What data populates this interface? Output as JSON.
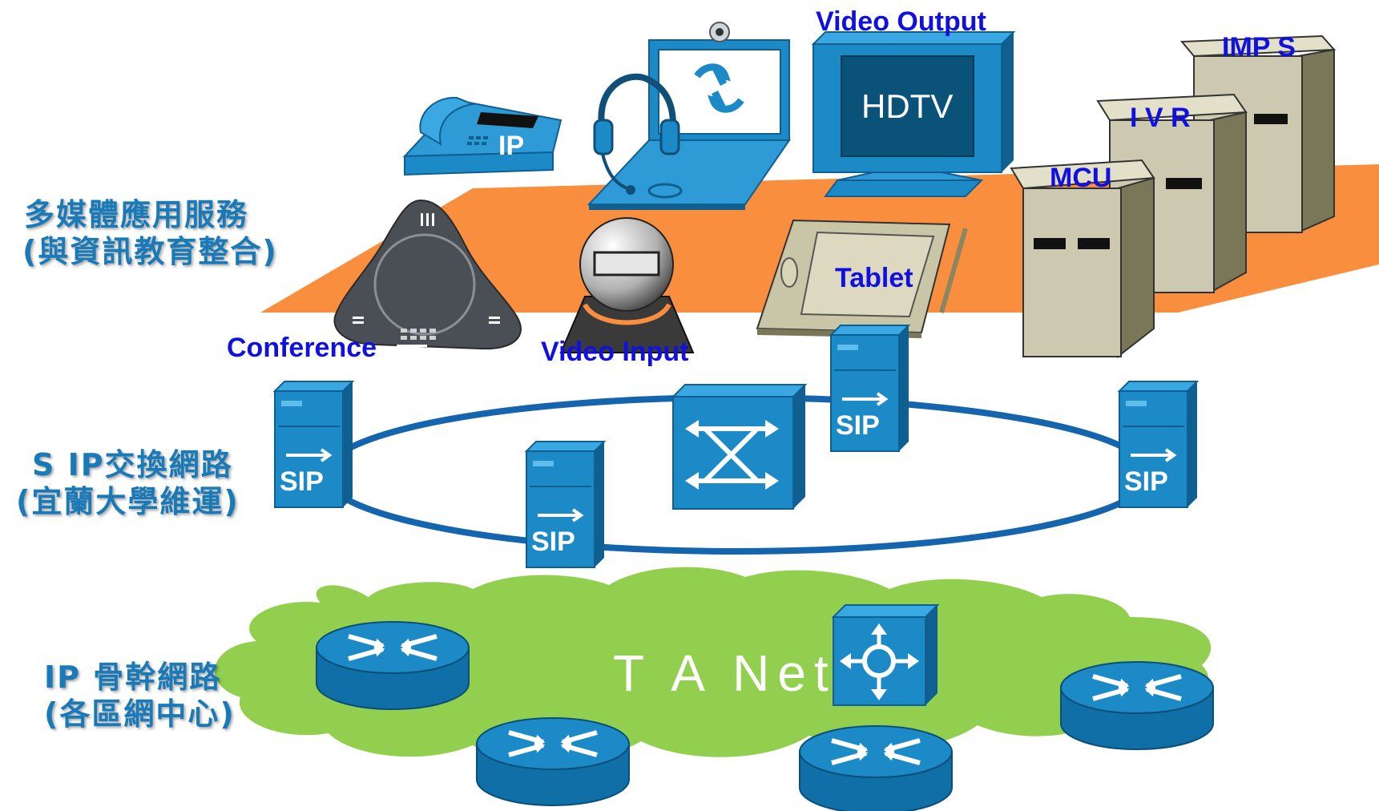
{
  "layers": [
    {
      "line1": "多媒體應用服務",
      "line2": "(與資訊教育整合)"
    },
    {
      "line1": "S IP交換網路",
      "line2": "(宜蘭大學維運)"
    },
    {
      "line1": "IP 骨幹網路",
      "line2": "(各區網中心)"
    }
  ],
  "devices": {
    "ip_phone": "IP",
    "conference": "Conference",
    "video_input": "Video Input",
    "video_output": "Video Output",
    "hdtv": "HDTV",
    "tablet": "Tablet",
    "mcu": "MCU",
    "ivr": "I V R",
    "imps": "IMP S"
  },
  "sip_label": "SIP",
  "cloud_label": "T A Net",
  "colors": {
    "platform": "#f98f3e",
    "device_blue": "#1c8ac6",
    "ring": "#1465ad",
    "cloud": "#92cf4f",
    "label_blue": "#1a7ab8",
    "device_text": "#1010e0"
  }
}
